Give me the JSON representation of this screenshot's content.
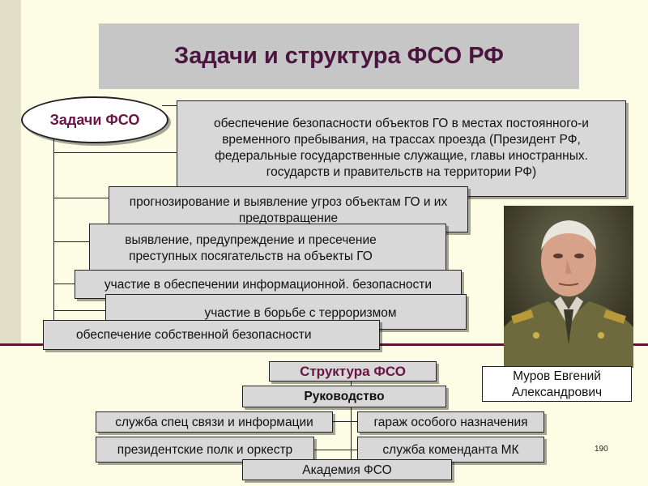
{
  "title": "Задачи и структура ФСО РФ",
  "tasks_label": "Задачи ФСО",
  "tasks": [
    "обеспечение безопасности объектов ГО в местах постоянного-и временного пребывания, на трассах проезда (Президент РФ, федеральные государственные служащие, главы иностранных. государств и правительств на территории РФ)",
    "прогнозирование и выявление угроз объектам ГО и их предотвращение",
    "выявление, предупреждение и пресечение преступных посягательств на объекты ГО",
    "участие в обеспечении информационной. безопасности",
    "участие в борьбе с терроризмом",
    "обеспечение собственной безопасности"
  ],
  "structure": {
    "title": "Структура ФСО",
    "head": "Руководство",
    "units": [
      "служба спец связи и информации",
      "гараж особого назначения",
      "президентские полк и оркестр",
      "служба коменданта МК",
      "Академия ФСО"
    ]
  },
  "person": {
    "name": "Муров Евгений Александрович"
  },
  "page_number": "190",
  "colors": {
    "background": "#fdfde6",
    "title_bg": "#c6c6c6",
    "accent": "#6a1545",
    "box_bg": "#d8d8d8"
  }
}
